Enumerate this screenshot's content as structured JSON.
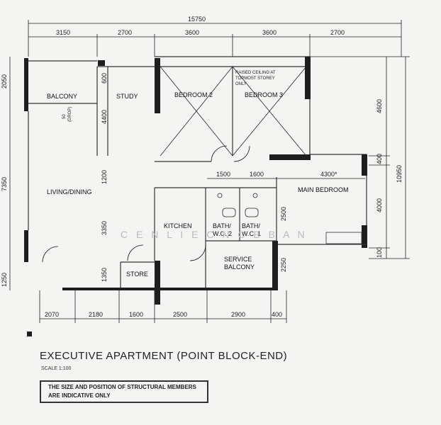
{
  "plan": {
    "title": "EXECUTIVE APARTMENT (POINT BLOCK-END)",
    "scale": "SCALE 1:100",
    "note": "THE SIZE AND POSITION OF STRUCTURAL MEMBERS ARE INDICATIVE ONLY",
    "watermark": "C E N L I E C N C B B A N",
    "rooms": {
      "balcony": "BALCONY",
      "study": "STUDY",
      "bedroom2": "BEDROOM 2",
      "bedroom3": "BEDROOM 3",
      "living": "LIVING/DINING",
      "main_bedroom": "MAIN BEDROOM",
      "kitchen": "KITCHEN",
      "bath2_a": "BATH/",
      "bath2_b": "W.C. 2",
      "bath1_a": "BATH/",
      "bath1_b": "W.C. 1",
      "service_a": "SERVICE",
      "service_b": "BALCONY",
      "store": "STORE"
    },
    "annotations": {
      "raised_1": "RAISED CEILING AT",
      "raised_2": "TOPMOST STOREY",
      "raised_3": "ONLY",
      "balcony_sub": "50",
      "balcony_sub2": "(DROP)"
    },
    "dimensions": {
      "overall_top": "15750",
      "top": [
        "3150",
        "2700",
        "3600",
        "3600",
        "2700"
      ],
      "bottom": [
        "2070",
        "2180",
        "1600",
        "2500",
        "2900",
        "400"
      ],
      "right": [
        "4600",
        "400",
        "4000",
        "100"
      ],
      "right_overall": "10950",
      "left": [
        "2050",
        "7350",
        "1250"
      ],
      "inner_vertical": [
        "600",
        "4400",
        "1200",
        "3350",
        "1350"
      ],
      "inner_horizontal": [
        "1500",
        "1600",
        "4300*"
      ],
      "service": [
        "2500",
        "2250"
      ]
    }
  }
}
